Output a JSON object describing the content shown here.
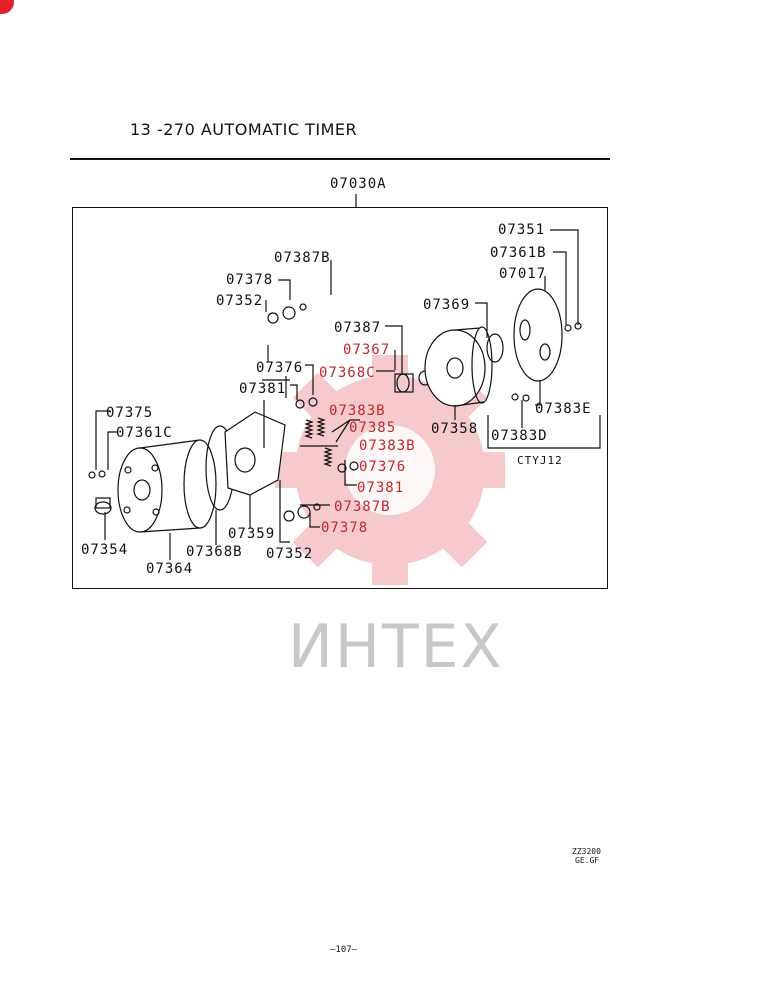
{
  "title": "13 -270  AUTOMATIC TIMER",
  "assembly_number": "07030A",
  "watermark": "ИНТЕХ",
  "footer_code": [
    "ZZ3200",
    "GE.GF"
  ],
  "page_number": "—107—",
  "callouts": {
    "p07351": "07351",
    "p07361B": "07361B",
    "p07017": "07017",
    "p07369": "07369",
    "p07387B_top": "07387B",
    "p07378_top": "07378",
    "p07352_top": "07352",
    "p07387": "07387",
    "p07367": "07367",
    "p07368C": "07368C",
    "p07376_top": "07376",
    "p07381_top": "07381",
    "p07383B_a": "07383B",
    "p07385": "07385",
    "p07383B_b": "07383B",
    "p07376_bot": "07376",
    "p07381_bot": "07381",
    "p07387B_bot": "07387B",
    "p07378_bot": "07378",
    "p07352_bot": "07352",
    "p07359": "07359",
    "p07368B": "07368B",
    "p07364": "07364",
    "p07354": "07354",
    "p07375": "07375",
    "p07361C": "07361C",
    "p07358": "07358",
    "p07383E": "07383E",
    "p07383D": "07383D",
    "ctyj12": "CTYJ12"
  }
}
